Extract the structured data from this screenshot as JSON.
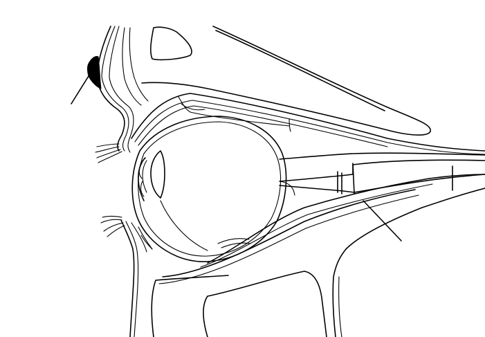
{
  "diagram": {
    "type": "anatomical-line-drawing",
    "subject": "eye-and-orbit-sagittal-section",
    "labels": [],
    "leader_lines": 3
  }
}
